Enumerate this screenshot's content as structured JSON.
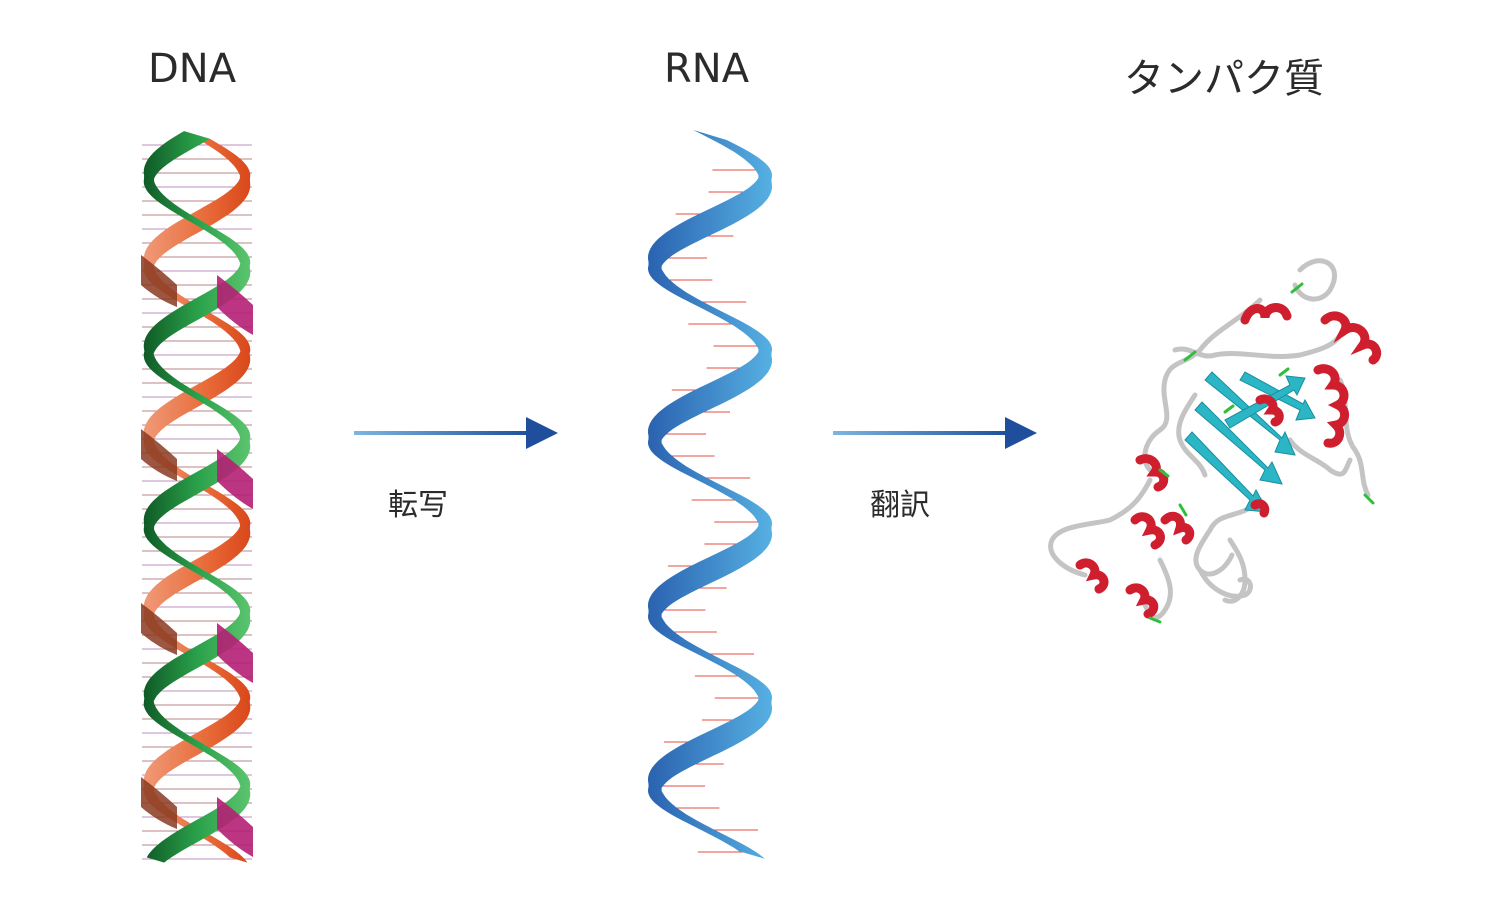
{
  "stages": {
    "dna": "DNA",
    "rna": "RNA",
    "protein": "タンパク質"
  },
  "steps": {
    "transcription": "転写",
    "translation": "翻訳"
  },
  "colors": {
    "dna_green": "#1f8a3a",
    "dna_orange": "#e05a25",
    "dna_magenta": "#b51f74",
    "rna_blue": "#1e4fa0",
    "rna_light_blue": "#4aa6dc",
    "arrow": "#2a5aa8",
    "protein_helix": "#d11f2f",
    "protein_sheet": "#27b5c6",
    "protein_coil": "#c8c8c8",
    "protein_turn": "#2fbf3a"
  }
}
